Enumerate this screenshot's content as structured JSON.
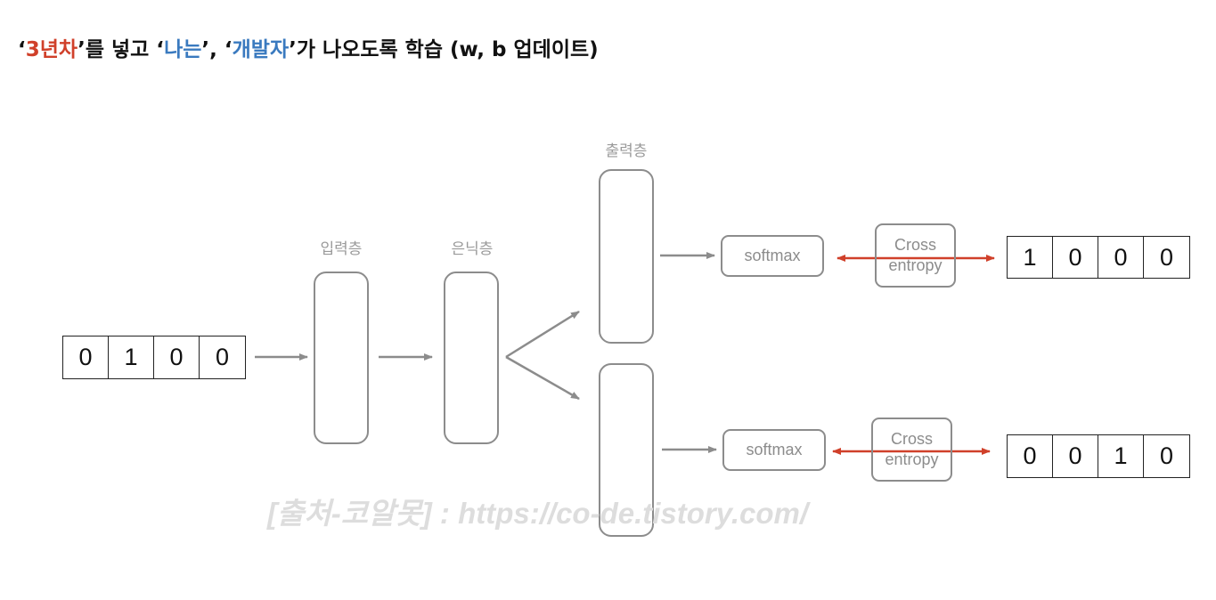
{
  "title": {
    "q1_open": "‘",
    "h1": "3년차",
    "t1": "’를 넣고 ‘",
    "h2": "나는",
    "t2": "’, ‘",
    "h3": "개발자",
    "t3": "’가 나오도록 학습 (w, b 업데이트)"
  },
  "labels": {
    "input_layer": "입력층",
    "hidden_layer": "은닉층",
    "output_layer": "출력층"
  },
  "input_vector": [
    "0",
    "1",
    "0",
    "0"
  ],
  "output_top": {
    "softmax": "softmax",
    "ce_line1": "Cross",
    "ce_line2": "entropy",
    "target": [
      "1",
      "0",
      "0",
      "0"
    ]
  },
  "output_bottom": {
    "softmax": "softmax",
    "ce_line1": "Cross",
    "ce_line2": "entropy",
    "target": [
      "0",
      "0",
      "1",
      "0"
    ]
  },
  "watermark": "[출처-코알못] : https://co-de.tistory.com/",
  "colors": {
    "highlight_red": "#d0402a",
    "highlight_blue": "#3a7abf",
    "arrow_gray": "#8c8c8c",
    "arrow_red": "#d0402a"
  }
}
